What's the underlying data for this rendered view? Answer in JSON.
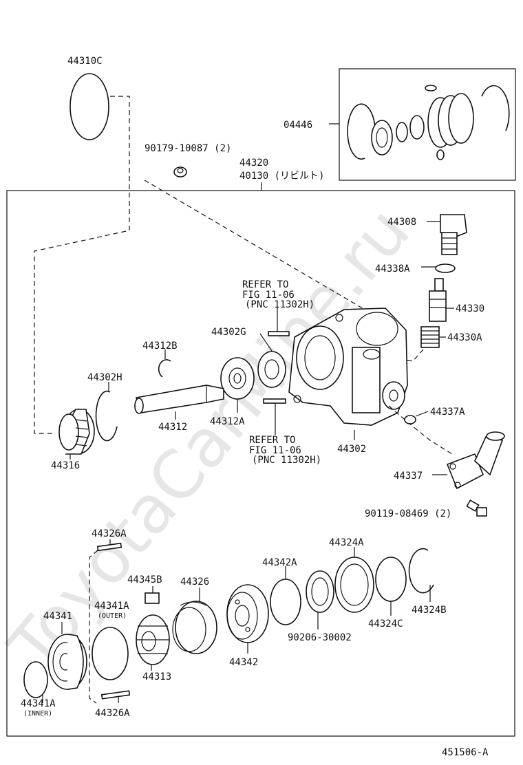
{
  "watermark": "ToyotaCarMine.ru",
  "figure_id": "451506-A",
  "labels": {
    "l44310C": "44310C",
    "l04446": "04446",
    "l90179": "90179-10087 (2)",
    "l44320": "44320",
    "l40130": "40130 (リビルト)",
    "l44308": "44308",
    "l44338A": "44338A",
    "lRefer1a": "REFER TO",
    "lRefer1b": "FIG 11-06",
    "lRefer1c": "(PNC 11302H)",
    "l44330": "44330",
    "l44330A": "44330A",
    "l44302G": "44302G",
    "l44312B": "44312B",
    "l44302H": "44302H",
    "l44312": "44312",
    "l44312A": "44312A",
    "l44302": "44302",
    "l44337A": "44337A",
    "lRefer2a": "REFER TO",
    "lRefer2b": "FIG 11-06",
    "lRefer2c": "(PNC 11302H)",
    "l44316": "44316",
    "l44337": "44337",
    "l90119": "90119-08469 (2)",
    "l44326A_top": "44326A",
    "l44324A": "44324A",
    "l44342A": "44342A",
    "l44345B": "44345B",
    "l44326": "44326",
    "l44341A_outer": "44341A",
    "lOuter": "(OUTER)",
    "l44341": "44341",
    "l44324B": "44324B",
    "l44324C": "44324C",
    "l90206": "90206-30002",
    "l44342": "44342",
    "l44313": "44313",
    "l44341A_inner": "44341A",
    "lInner": "(INNER)",
    "l44326A_bot": "44326A"
  }
}
